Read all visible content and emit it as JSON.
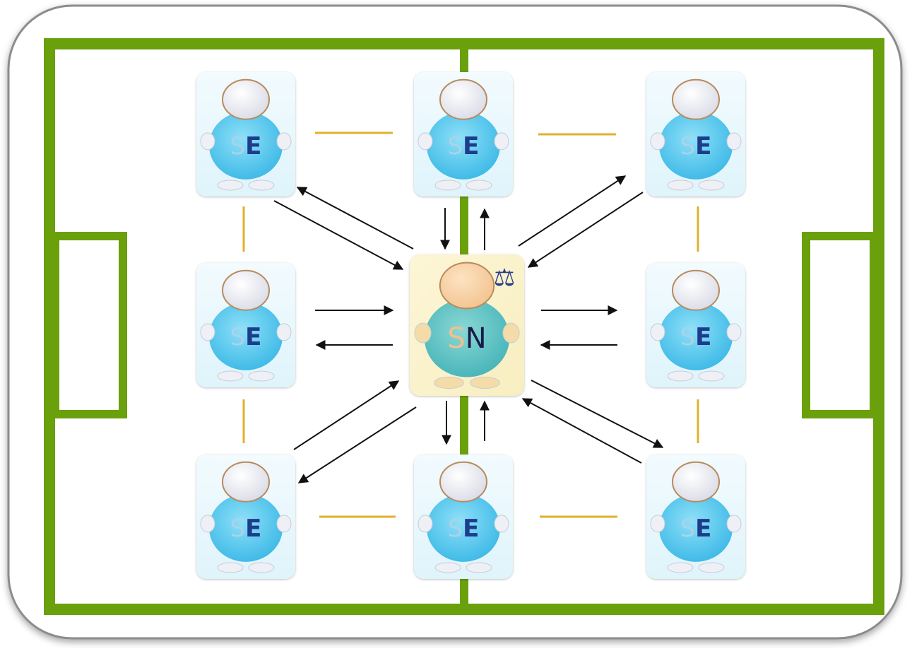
{
  "diagram": {
    "colors": {
      "frame_border": "#8c8c8c",
      "field_line": "#6aa00c",
      "peer_link": "#e1b12c",
      "arrow": "#111111",
      "se_body": "#4fc8ef",
      "se_card": "#e8f7fc",
      "sn_body": "#5cc4c4",
      "sn_card": "#fbf3c8",
      "head_se": "#e6e8ef",
      "head_sn": "#f6d3a5",
      "head_outline": "#b98a5c",
      "letter_s_se": "#a9d3ea",
      "letter_e": "#1e3c8c",
      "letter_s_sn": "#f0c090",
      "letter_n": "#1b1b4a"
    },
    "central_node": {
      "id": "sn",
      "letter_1": "S",
      "letter_2": "N",
      "badge_icon": "scales-icon",
      "badge_glyph": "⚖"
    },
    "peer_nodes": [
      {
        "id": "se-top-left",
        "letter_1": "S",
        "letter_2": "E"
      },
      {
        "id": "se-top-center",
        "letter_1": "S",
        "letter_2": "E"
      },
      {
        "id": "se-top-right",
        "letter_1": "S",
        "letter_2": "E"
      },
      {
        "id": "se-middle-left",
        "letter_1": "S",
        "letter_2": "E"
      },
      {
        "id": "se-middle-right",
        "letter_1": "S",
        "letter_2": "E"
      },
      {
        "id": "se-bottom-left",
        "letter_1": "S",
        "letter_2": "E"
      },
      {
        "id": "se-bottom-center",
        "letter_1": "S",
        "letter_2": "E"
      },
      {
        "id": "se-bottom-right",
        "letter_1": "S",
        "letter_2": "E"
      }
    ],
    "peer_links": [
      {
        "from": "se-top-left",
        "to": "se-top-center"
      },
      {
        "from": "se-top-center",
        "to": "se-top-right"
      },
      {
        "from": "se-top-left",
        "to": "se-middle-left"
      },
      {
        "from": "se-top-right",
        "to": "se-middle-right"
      },
      {
        "from": "se-middle-left",
        "to": "se-bottom-left"
      },
      {
        "from": "se-middle-right",
        "to": "se-bottom-right"
      },
      {
        "from": "se-bottom-left",
        "to": "se-bottom-center"
      },
      {
        "from": "se-bottom-center",
        "to": "se-bottom-right"
      }
    ],
    "arrow_pairs": [
      {
        "peer": "se-top-left"
      },
      {
        "peer": "se-top-center"
      },
      {
        "peer": "se-top-right"
      },
      {
        "peer": "se-middle-left"
      },
      {
        "peer": "se-middle-right"
      },
      {
        "peer": "se-bottom-left"
      },
      {
        "peer": "se-bottom-center"
      },
      {
        "peer": "se-bottom-right"
      }
    ]
  }
}
